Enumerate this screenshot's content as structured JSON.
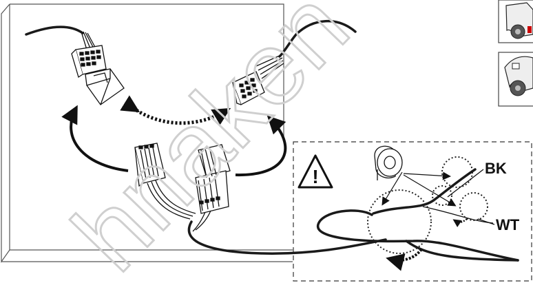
{
  "wire_labels": {
    "bk": "BK",
    "wt": "WT"
  },
  "warning_symbol": "!",
  "watermark_text": "hnaken",
  "icons": {
    "warning": "warning-triangle-icon",
    "tape": "tape-roll-icon",
    "car_front": "car-front-icon",
    "car_rear": "car-rear-icon"
  },
  "colors": {
    "line": "#1a1a1a",
    "frame": "#666666",
    "watermark": "#cfcfcf"
  }
}
